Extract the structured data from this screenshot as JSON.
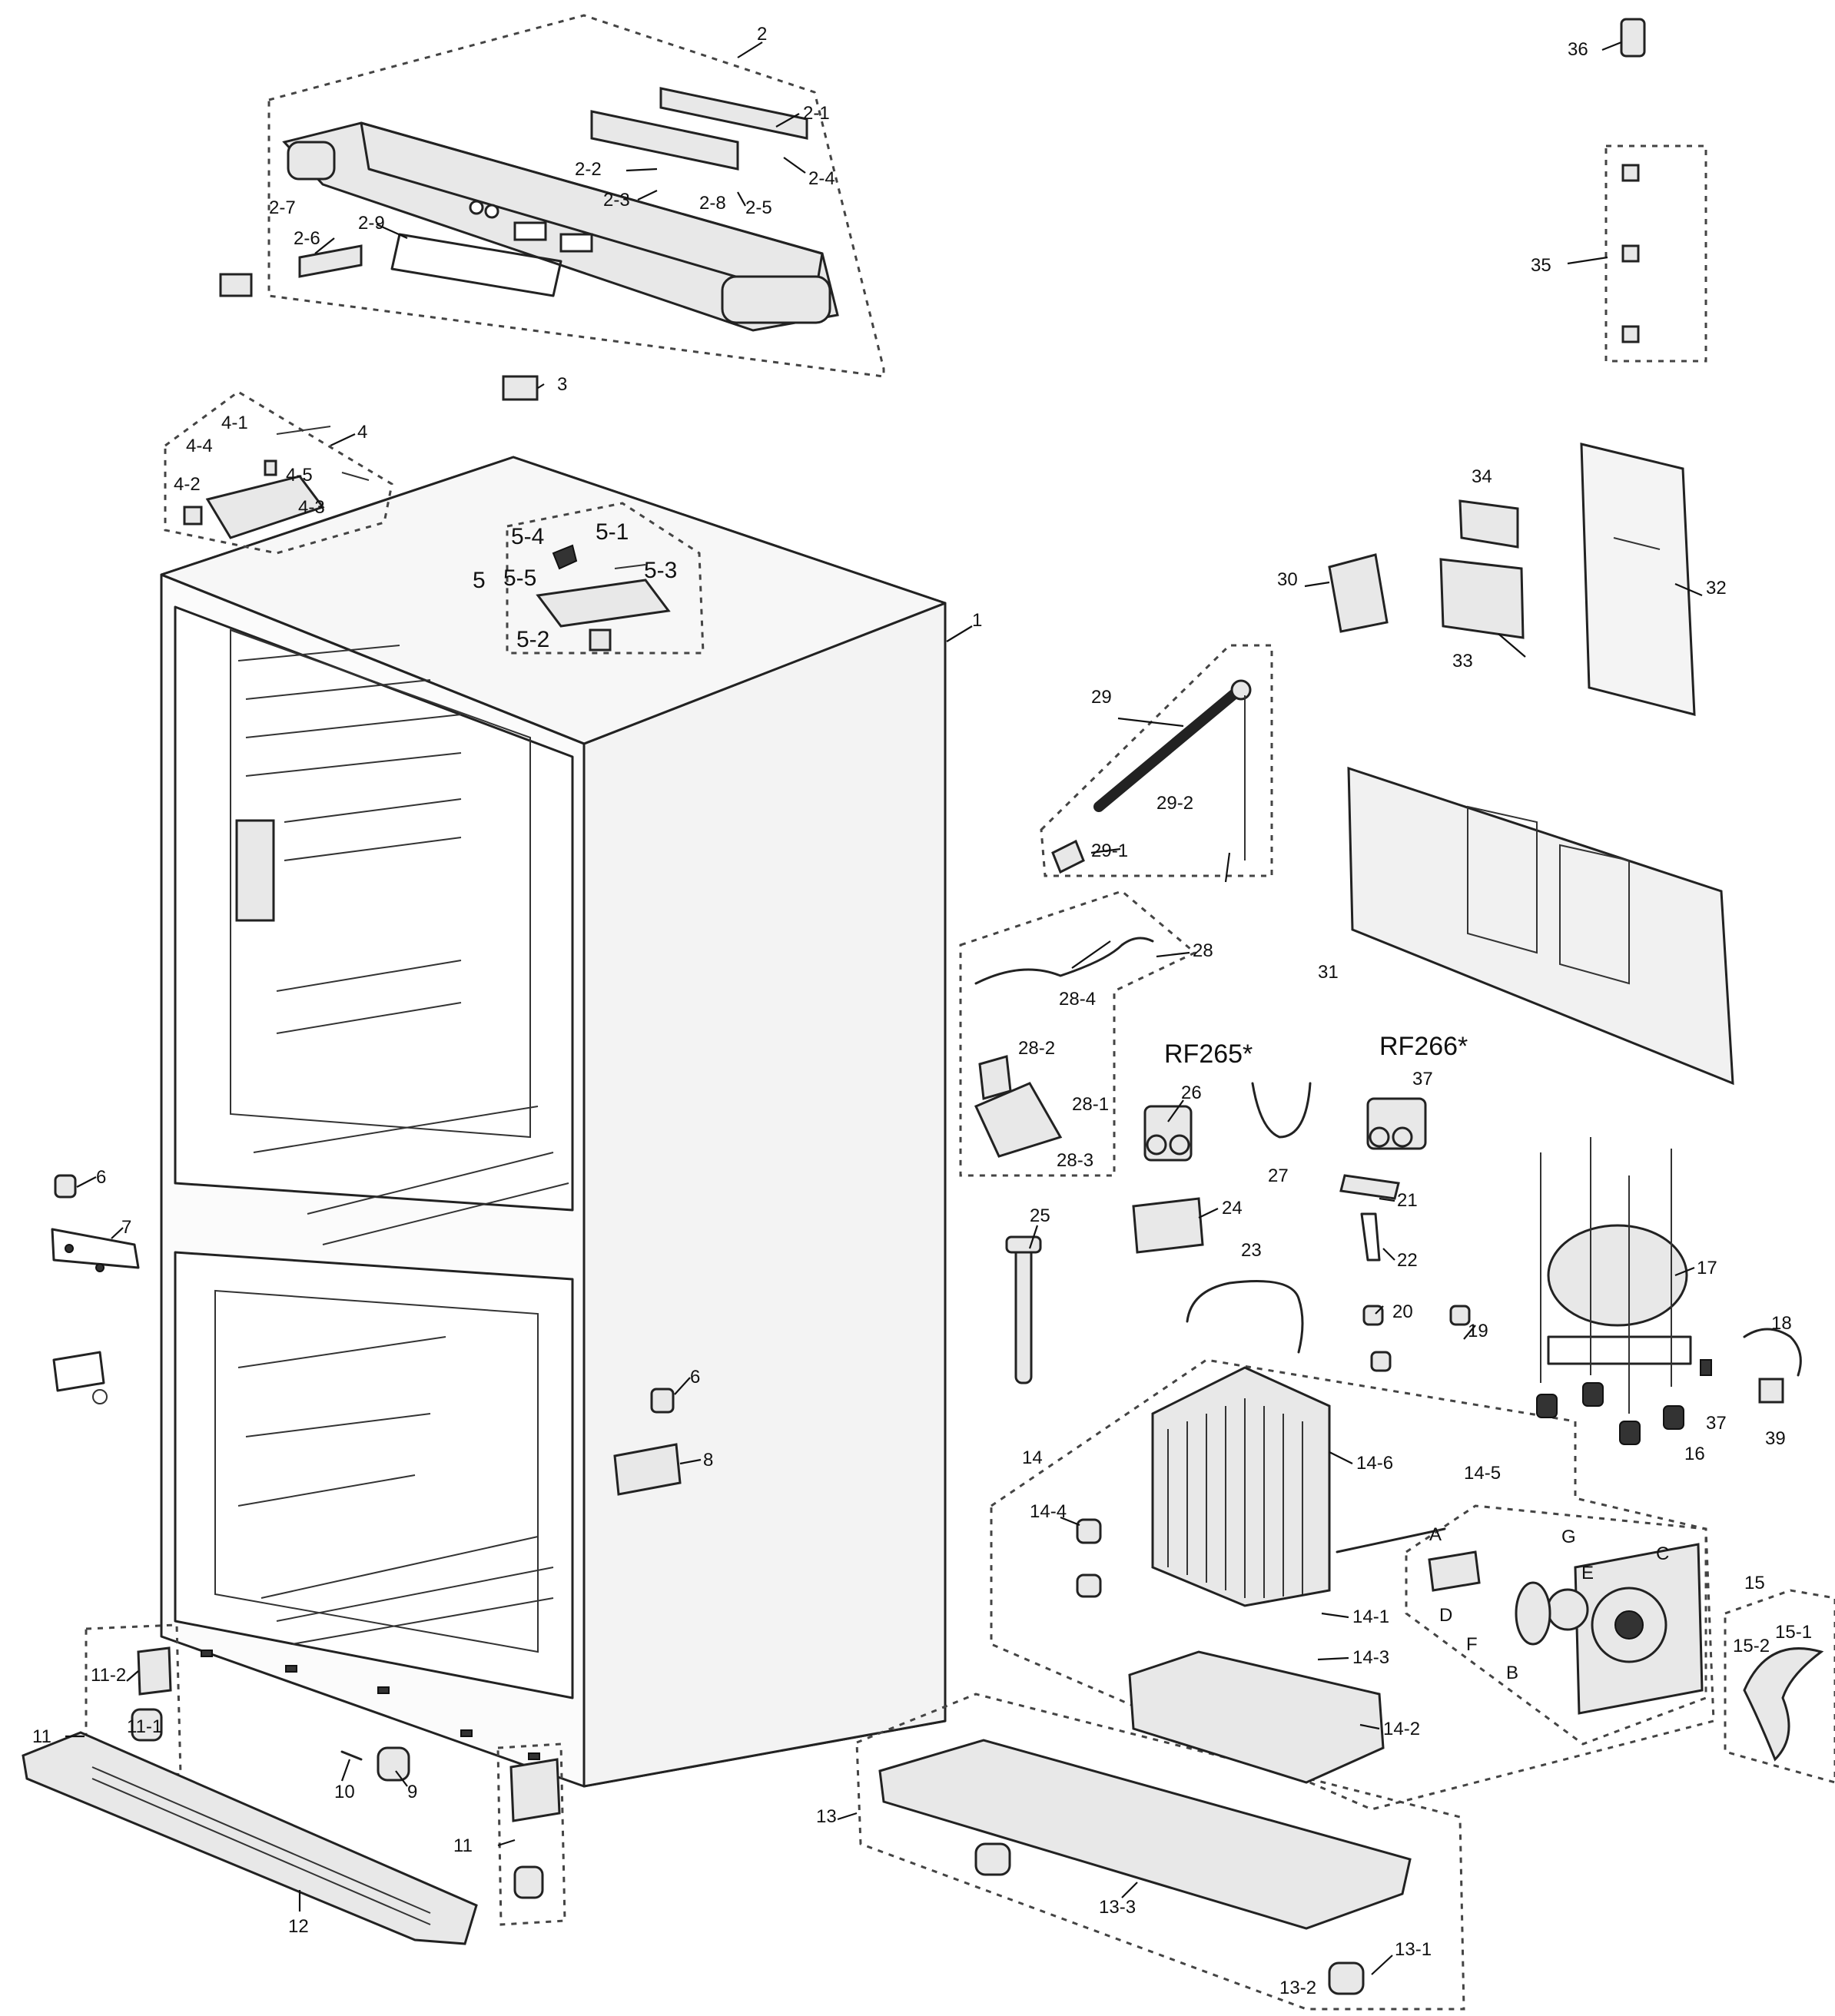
{
  "model_labels": [
    "RF265*",
    "RF266*"
  ],
  "callouts": [
    "1",
    "2",
    "2-1",
    "2-2",
    "2-3",
    "2-4",
    "2-5",
    "2-6",
    "2-7",
    "2-8",
    "2-9",
    "3",
    "4",
    "4-1",
    "4-2",
    "4-3",
    "4-4",
    "4-5",
    "5",
    "5-1",
    "5-2",
    "5-3",
    "5-4",
    "5-5",
    "6",
    "6",
    "7",
    "8",
    "9",
    "10",
    "11",
    "11",
    "11-1",
    "11-2",
    "12",
    "13",
    "13-1",
    "13-2",
    "13-3",
    "14",
    "14-1",
    "14-2",
    "14-3",
    "14-4",
    "14-5",
    "14-6",
    "15",
    "15-1",
    "15-2",
    "16",
    "17",
    "18",
    "19",
    "20",
    "21",
    "22",
    "23",
    "24",
    "25",
    "26",
    "27",
    "28",
    "28-1",
    "28-2",
    "28-3",
    "28-4",
    "29",
    "29-1",
    "29-2",
    "30",
    "31",
    "32",
    "33",
    "34",
    "35",
    "36",
    "37",
    "37",
    "39",
    "A",
    "B",
    "C",
    "D",
    "E",
    "F",
    "G"
  ]
}
